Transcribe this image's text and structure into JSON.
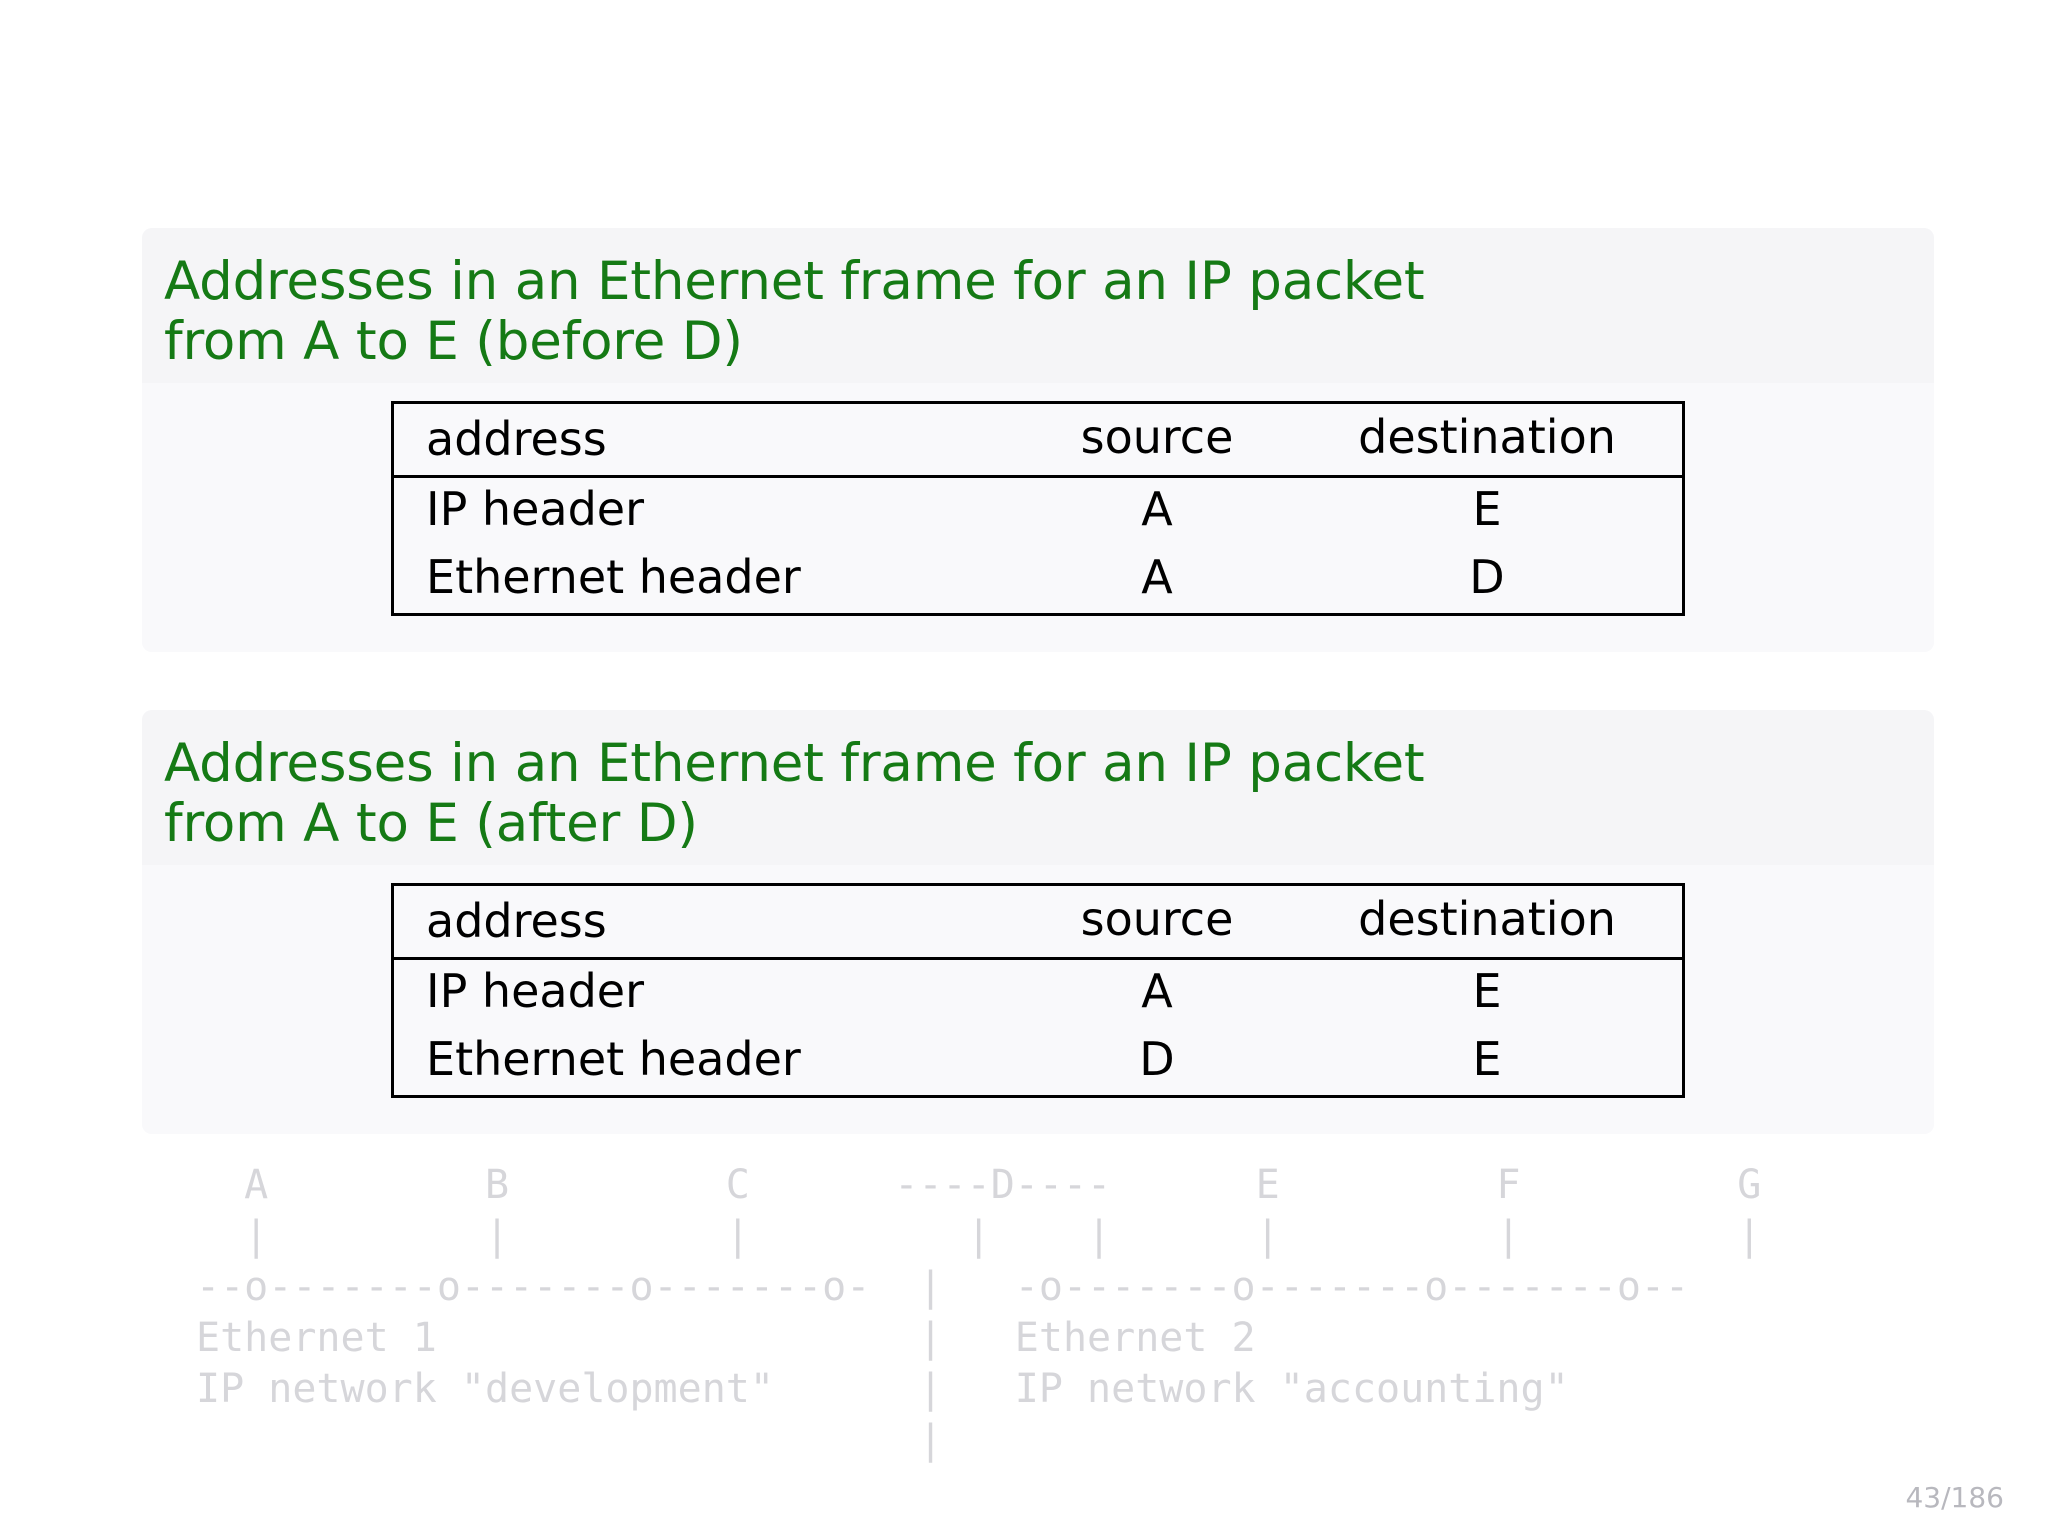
{
  "slide": {
    "page_number": "43/186"
  },
  "blocks": [
    {
      "title_line1": "Addresses in an Ethernet frame for an IP packet",
      "title_line2": "from A to E (before D)",
      "table": {
        "headers": [
          "address",
          "source",
          "destination"
        ],
        "rows": [
          [
            "IP header",
            "A",
            "E"
          ],
          [
            "Ethernet header",
            "A",
            "D"
          ]
        ]
      }
    },
    {
      "title_line1": "Addresses in an Ethernet frame for an IP packet",
      "title_line2": "from A to E (after D)",
      "table": {
        "headers": [
          "address",
          "source",
          "destination"
        ],
        "rows": [
          [
            "IP header",
            "A",
            "E"
          ],
          [
            "Ethernet header",
            "D",
            "E"
          ]
        ]
      }
    }
  ],
  "diagram": {
    "text": "  A         B         C      ----D----      E         F         G\n  |         |         |         |    |      |         |         |\n--o-------o-------o-------o-  |   -o-------o-------o-------o--\nEthernet 1                    |   Ethernet 2\nIP network \"development\"      |   IP network \"accounting\"\n                              |"
  }
}
